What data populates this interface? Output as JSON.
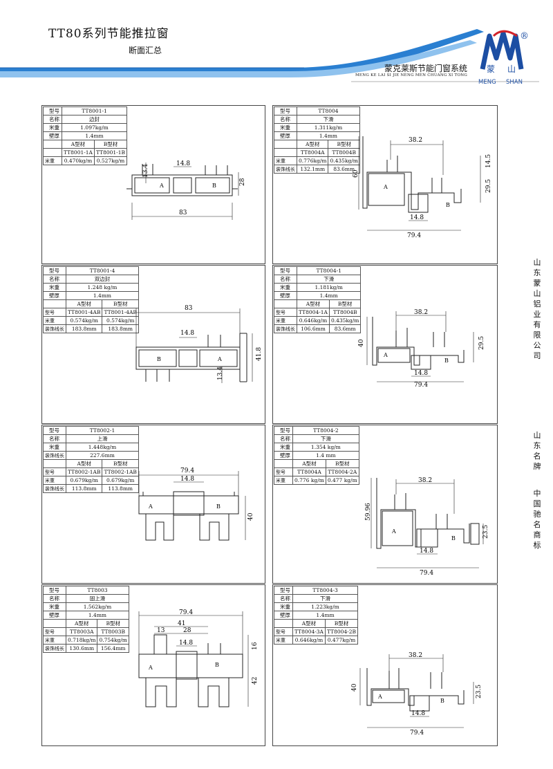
{
  "header": {
    "title": "TT80系列节能推拉窗",
    "subtitle": "断面汇总",
    "brand_cn": "蒙克莱斯节能门窗系统",
    "brand_en": "MENG KE LAI SI JIE NENG MEN CHUANG XI TONG",
    "logo_char_1": "蒙",
    "logo_char_2": "山",
    "logo_en_1": "MENG",
    "logo_en_2": "SHAN",
    "registered": "®",
    "accent_color": "#2a7fd1"
  },
  "side": {
    "company": "山东蒙山铝业有限公司",
    "brand1": "山东名牌",
    "brand2": "中国驰名商标"
  },
  "panels": [
    {
      "rows": [
        [
          "型号",
          "TT8001-1"
        ],
        [
          "名称",
          "边封"
        ],
        [
          "米重",
          "1.097kg/m"
        ],
        [
          "壁厚",
          "1.4mm"
        ]
      ],
      "cols": [
        "A型材",
        "B型材"
      ],
      "sub_rows": [
        [
          "",
          "TT8001-1A",
          "TT8001-1B"
        ],
        [
          "米重",
          "0.470kg/m",
          "0.527kg/m"
        ]
      ],
      "dims": {
        "d1": "14.8",
        "d2": "13.4",
        "d3": "28",
        "d4": "83",
        "a": "A",
        "b": "B"
      }
    },
    {
      "rows": [
        [
          "型号",
          "TT8004"
        ],
        [
          "名称",
          "下滑"
        ],
        [
          "米重",
          "1.311kg/m"
        ],
        [
          "壁厚",
          "1.4mm"
        ]
      ],
      "cols": [
        "A型材",
        "B型材"
      ],
      "sub_rows": [
        [
          "",
          "TT8004A",
          "TT8004B"
        ],
        [
          "米重",
          "0.776kg/m",
          "0.435kg/m"
        ],
        [
          "装饰线长",
          "132.1mm",
          "83.6mm"
        ]
      ],
      "dims": {
        "d1": "38.2",
        "d2": "60",
        "d3": "14.5",
        "d4": "29.5",
        "d5": "14.8",
        "d6": "79.4",
        "a": "A",
        "b": "B"
      }
    },
    {
      "rows": [
        [
          "型号",
          "TT8001-4"
        ],
        [
          "名称",
          "双边封"
        ],
        [
          "米重",
          "1.248 kg/m"
        ],
        [
          "壁厚",
          "1.4mm"
        ]
      ],
      "cols": [
        "A型材",
        "B型材"
      ],
      "sub_rows": [
        [
          "型号",
          "TT8001-4AB",
          "TT8001-4AB"
        ],
        [
          "米重",
          "0.574kg/m",
          "0.574kg/m"
        ],
        [
          "装饰线长",
          "183.8mm",
          "183.8mm"
        ]
      ],
      "dims": {
        "d1": "83",
        "d2": "14.8",
        "d3": "41.8",
        "d4": "13.4",
        "a": "A",
        "b": "B"
      }
    },
    {
      "rows": [
        [
          "型号",
          "TT8004-1"
        ],
        [
          "名称",
          "下滑"
        ],
        [
          "米重",
          "1.181kg/m"
        ],
        [
          "壁厚",
          "1.4mm"
        ]
      ],
      "cols": [
        "A型材",
        "B型材"
      ],
      "sub_rows": [
        [
          "型号",
          "TT8004-1A",
          "TT8004B"
        ],
        [
          "米重",
          "0.646kg/m",
          "0.435kg/m"
        ],
        [
          "装饰线长",
          "106.6mm",
          "83.6mm"
        ]
      ],
      "dims": {
        "d1": "38.2",
        "d2": "40",
        "d3": "29.5",
        "d4": "14.8",
        "d5": "79.4",
        "a": "A",
        "b": "B"
      }
    },
    {
      "rows": [
        [
          "型号",
          "TT8002-1"
        ],
        [
          "名称",
          "上滑"
        ],
        [
          "米重",
          "1.448kg/m"
        ],
        [
          "装饰线长",
          "227.6mm"
        ]
      ],
      "cols": [
        "A型材",
        "B型材"
      ],
      "sub_rows": [
        [
          "型号",
          "TT8002-1AB",
          "TT8002-1AB"
        ],
        [
          "米重",
          "0.679kg/m",
          "0.679kg/m"
        ],
        [
          "装饰线长",
          "113.8mm",
          "113.8mm"
        ]
      ],
      "dims": {
        "d1": "79.4",
        "d2": "14.8",
        "d3": "40",
        "a": "A",
        "b": "B"
      }
    },
    {
      "rows": [
        [
          "型号",
          "TT8004-2"
        ],
        [
          "名称",
          "下滑"
        ],
        [
          "米重",
          "1.354 kg/m"
        ],
        [
          "壁厚",
          "1.4 mm"
        ]
      ],
      "cols": [
        "A型材",
        "B型材"
      ],
      "sub_rows": [
        [
          "型号",
          "TT8004A",
          "TT8004-2A"
        ],
        [
          "米重",
          "0.776 kg/m",
          "0.477 kg/m"
        ]
      ],
      "dims": {
        "d1": "38.2",
        "d2": "59.96",
        "d3": "23.5",
        "d4": "14.8",
        "d5": "79.4",
        "a": "A",
        "b": "B"
      }
    },
    {
      "rows": [
        [
          "型号",
          "TT8003"
        ],
        [
          "名称",
          "固上滑"
        ],
        [
          "米重",
          "1.562kg/m"
        ],
        [
          "壁厚",
          "1.4mm"
        ]
      ],
      "cols": [
        "A型材",
        "B型材"
      ],
      "sub_rows": [
        [
          "型号",
          "TT8003A",
          "TT8003B"
        ],
        [
          "米重",
          "0.718kg/m",
          "0.754kg/m"
        ],
        [
          "装饰线长",
          "130.6mm",
          "156.4mm"
        ]
      ],
      "dims": {
        "d1": "79.4",
        "d2": "41",
        "d3": "13",
        "d4": "28",
        "d5": "14.8",
        "d6": "16",
        "d7": "42",
        "a": "A",
        "b": "B"
      }
    },
    {
      "rows": [
        [
          "型号",
          "TT8004-3"
        ],
        [
          "名称",
          "下滑"
        ],
        [
          "米重",
          "1.223kg/m"
        ],
        [
          "壁厚",
          "1.4mm"
        ]
      ],
      "cols": [
        "A型材",
        "B型材"
      ],
      "sub_rows": [
        [
          "型号",
          "TT8004-3A",
          "TT8004-2B"
        ],
        [
          "米重",
          "0.646kg/m",
          "0.477kg/m"
        ]
      ],
      "dims": {
        "d1": "38.2",
        "d2": "40",
        "d3": "23.5",
        "d4": "14.8",
        "d5": "79.4",
        "a": "A",
        "b": "B"
      }
    }
  ]
}
